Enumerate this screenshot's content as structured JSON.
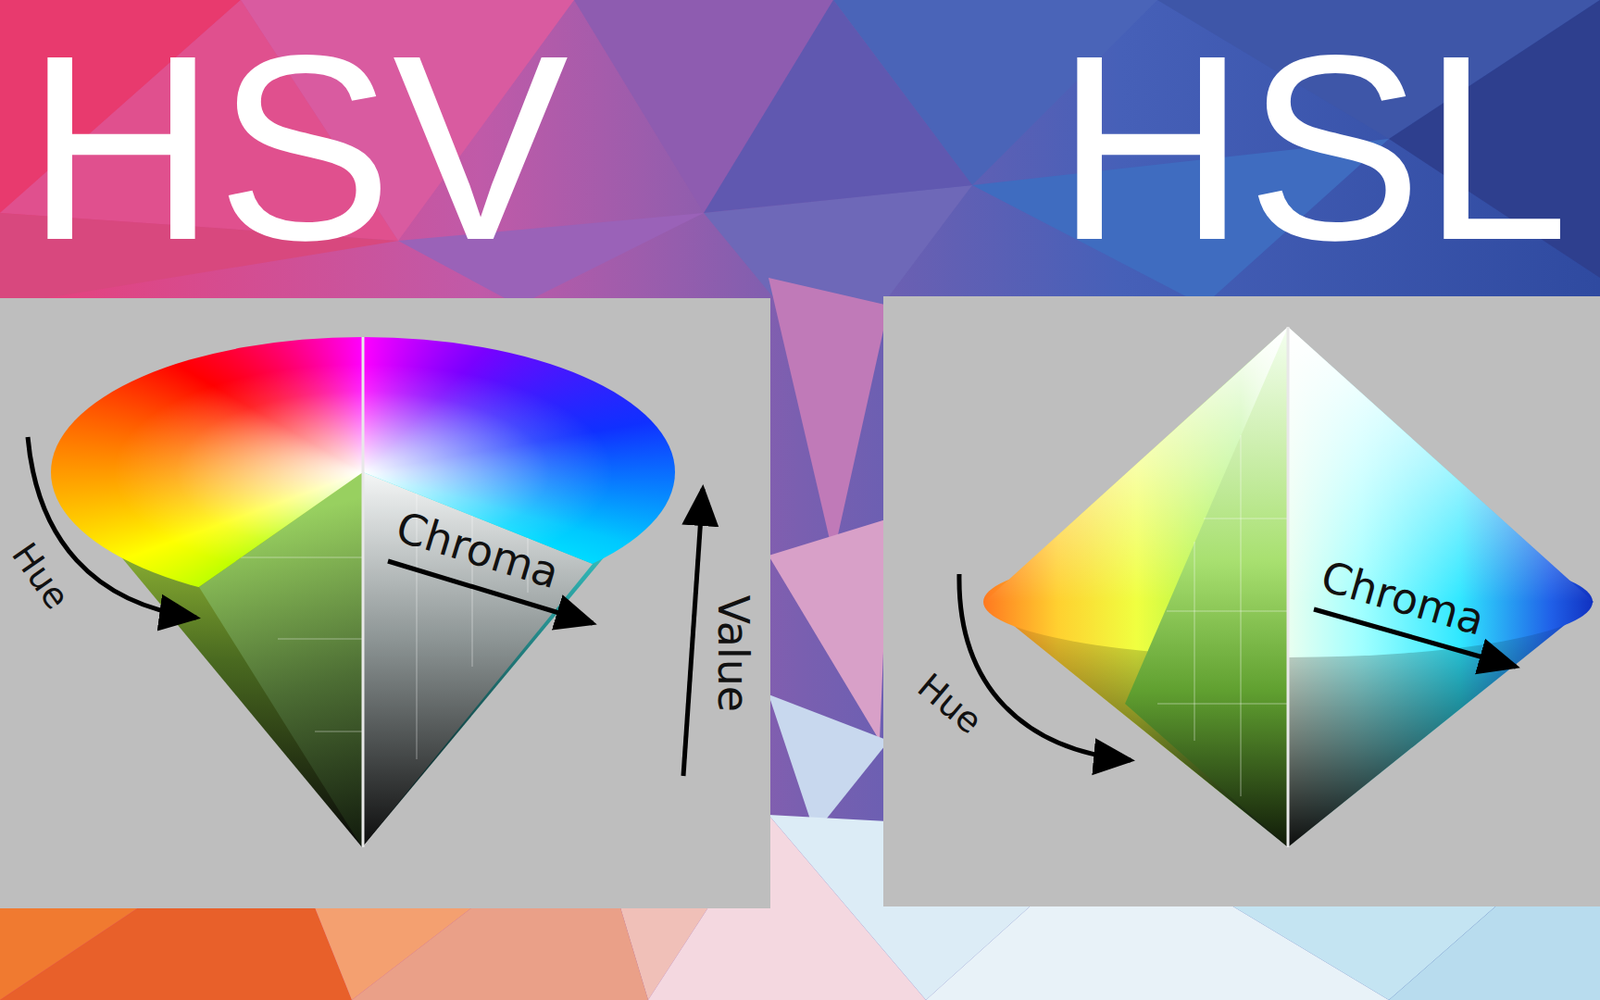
{
  "diagram": {
    "nodes": [
      {
        "text": [
          "HSV",
          "Hue",
          "Chroma",
          "Value"
        ]
      },
      {
        "text": [
          "HSL",
          "Hue",
          "Chroma"
        ]
      }
    ]
  }
}
